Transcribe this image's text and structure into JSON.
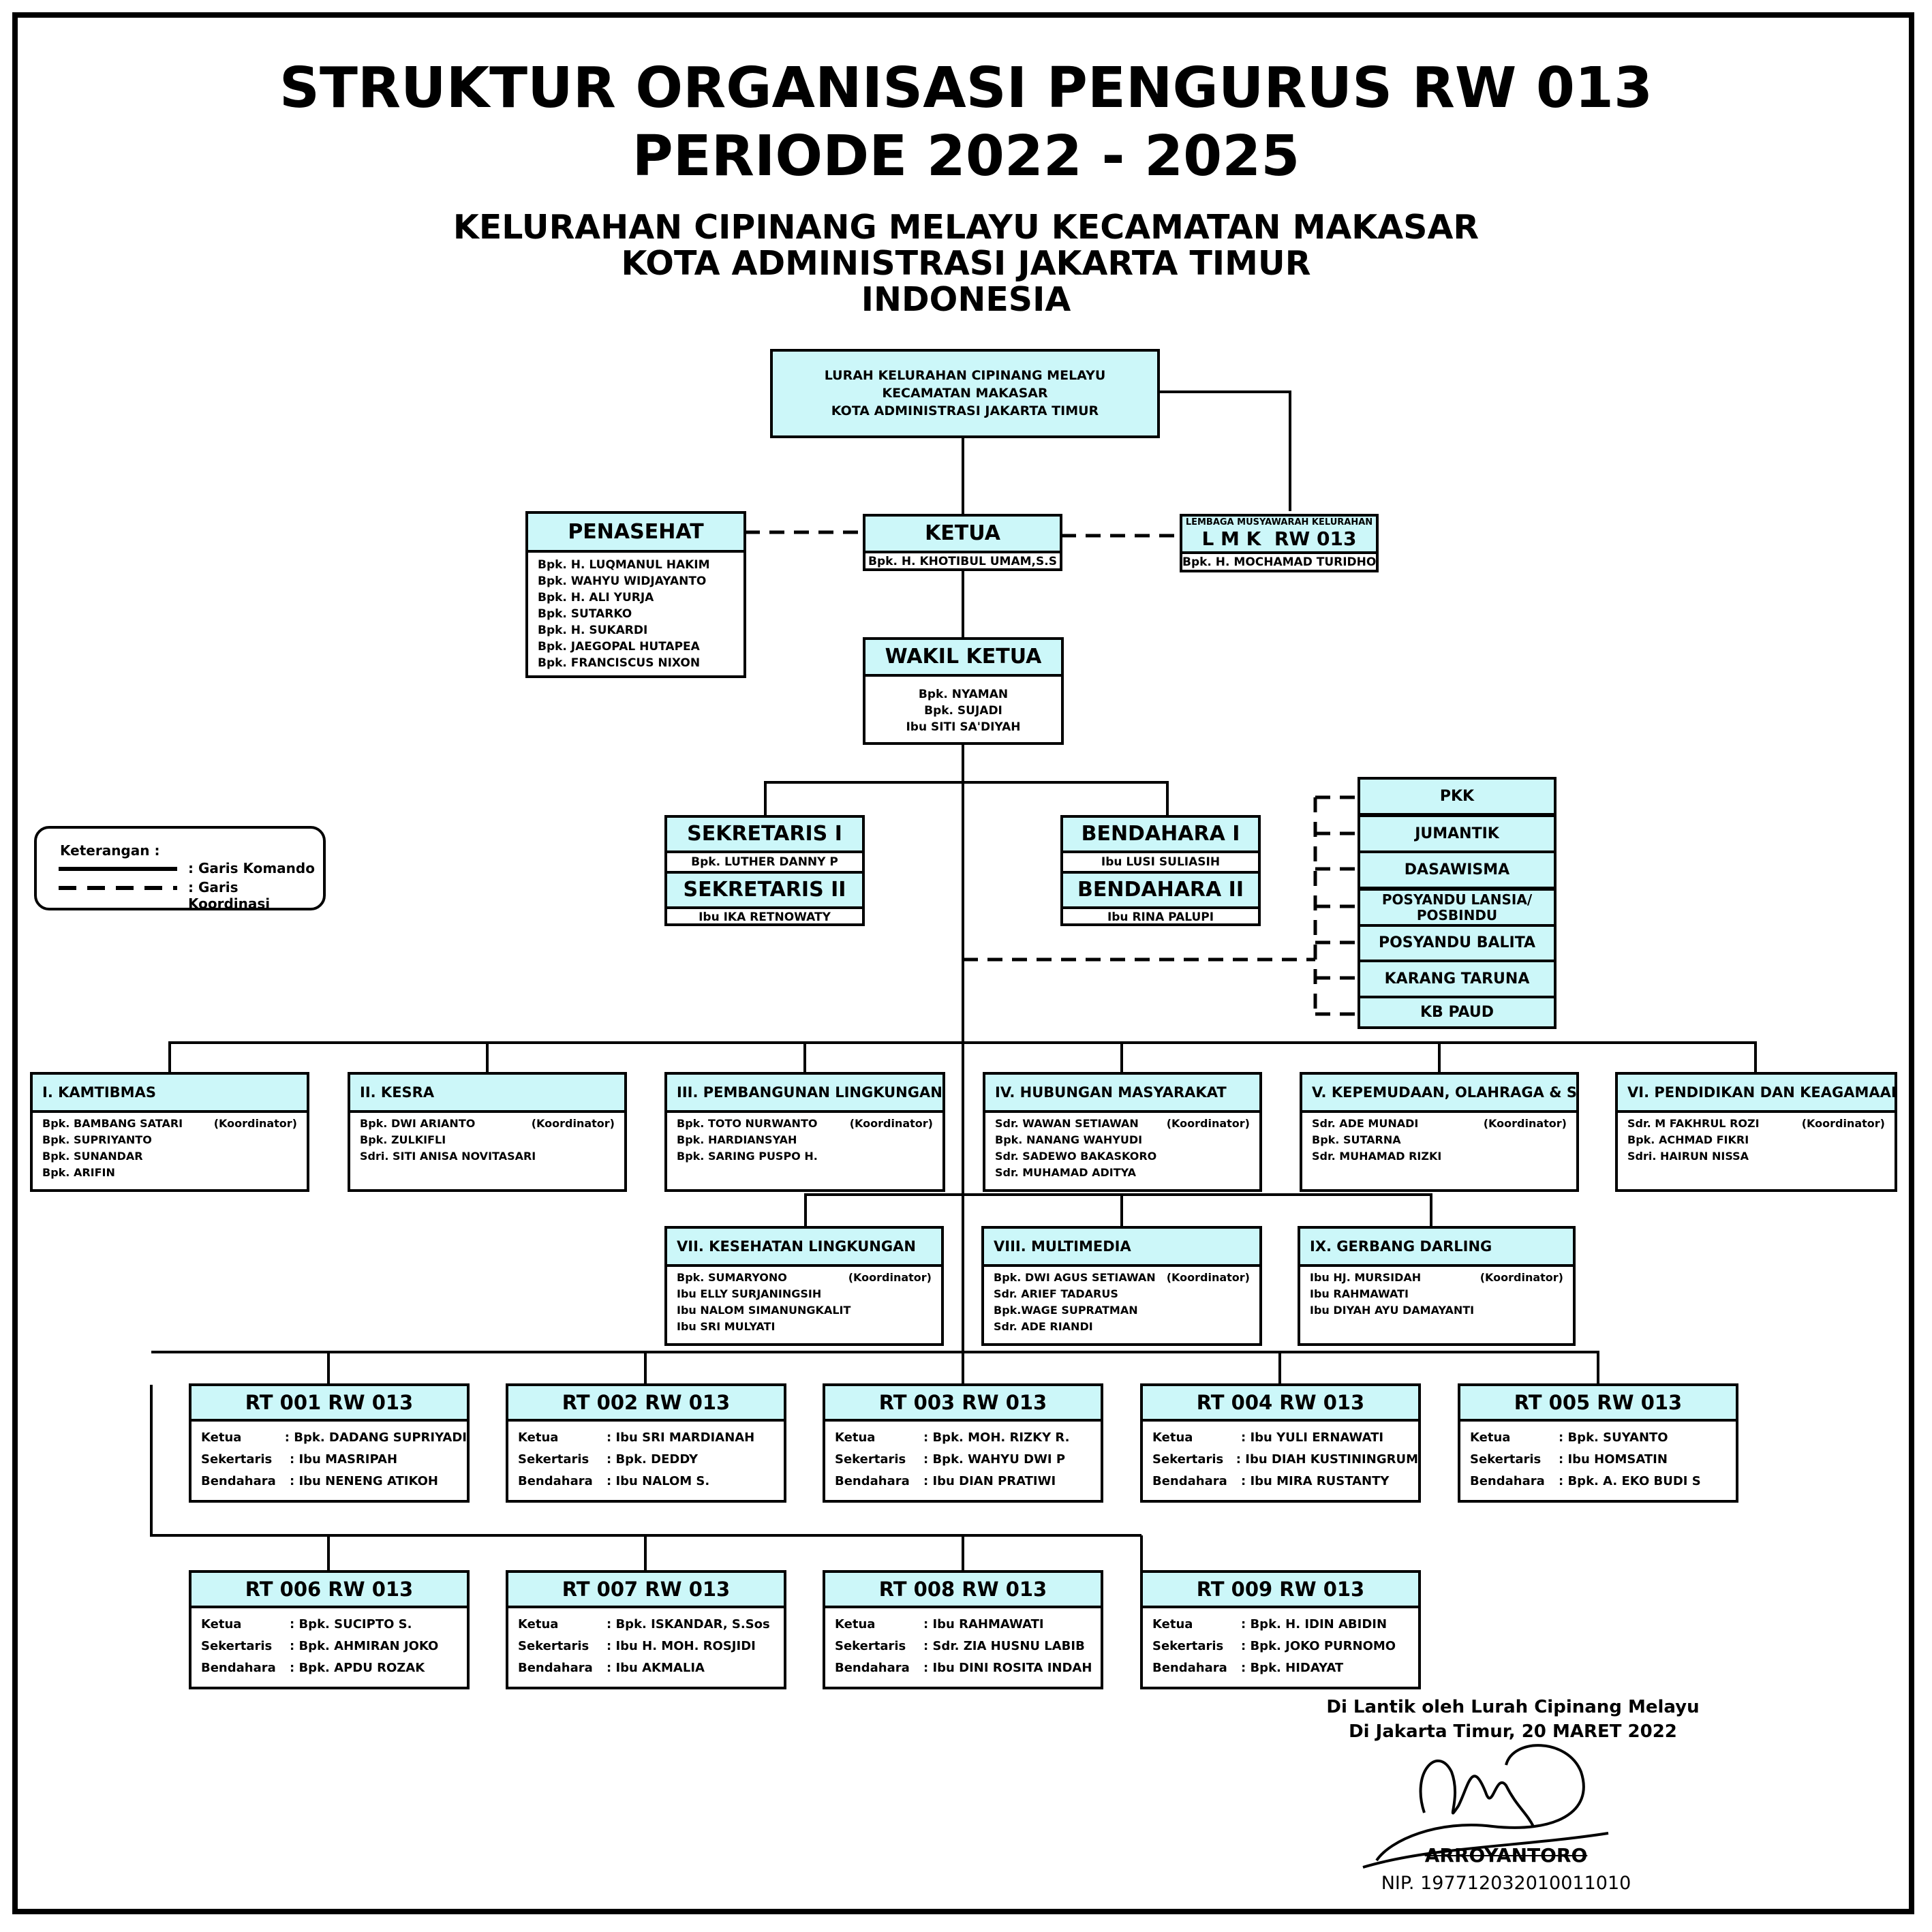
{
  "title": {
    "line1": "STRUKTUR ORGANISASI PENGURUS RW 013",
    "line2": "PERIODE 2022 - 2025",
    "sub1": "KELURAHAN CIPINANG MELAYU KECAMATAN MAKASAR",
    "sub2": "KOTA ADMINISTRASI JAKARTA TIMUR",
    "sub3": "INDONESIA"
  },
  "lurah": {
    "line1": "LURAH KELURAHAN CIPINANG MELAYU",
    "line2": "KECAMATAN MAKASAR",
    "line3": "KOTA ADMINISTRASI JAKARTA TIMUR"
  },
  "penasehat": {
    "title": "PENASEHAT",
    "members": [
      "Bpk. H. LUQMANUL HAKIM",
      "Bpk. WAHYU WIDJAYANTO",
      "Bpk. H. ALI YURJA",
      "Bpk. SUTARKO",
      "Bpk. H. SUKARDI",
      "Bpk. JAEGOPAL HUTAPEA",
      "Bpk. FRANCISCUS NIXON"
    ]
  },
  "ketua": {
    "title": "KETUA",
    "name": "Bpk. H. KHOTIBUL UMAM,S.S"
  },
  "lmk": {
    "caption": "LEMBAGA MUSYAWARAH KELURAHAN",
    "title": "L M K  RW 013",
    "name": "Bpk. H. MOCHAMAD TURIDHO"
  },
  "wakil": {
    "title": "WAKIL KETUA",
    "members": [
      "Bpk. NYAMAN",
      "Bpk. SUJADI",
      "Ibu SITI SA'DIYAH"
    ]
  },
  "sekretaris1": {
    "title": "SEKRETARIS I",
    "name": "Bpk. LUTHER DANNY P"
  },
  "sekretaris2": {
    "title": "SEKRETARIS II",
    "name": "Ibu IKA RETNOWATY"
  },
  "bendahara1": {
    "title": "BENDAHARA I",
    "name": "Ibu LUSI SULIASIH"
  },
  "bendahara2": {
    "title": "BENDAHARA II",
    "name": "Ibu RINA PALUPI"
  },
  "koordinasi": [
    "PKK",
    "JUMANTIK",
    "DASAWISMA",
    "POSYANDU LANSIA/\nPOSBINDU",
    "POSYANDU BALITA",
    "KARANG TARUNA",
    "KB PAUD"
  ],
  "legend": {
    "title": "Keterangan :",
    "komando": ": Garis Komando",
    "koordinasi": ": Garis Koordinasi"
  },
  "seksi": [
    {
      "title": "I. KAMTIBMAS",
      "members": [
        [
          "Bpk. BAMBANG SATARI",
          "(Koordinator)"
        ],
        [
          "Bpk. SUPRIYANTO",
          ""
        ],
        [
          "Bpk. SUNANDAR",
          ""
        ],
        [
          "Bpk. ARIFIN",
          ""
        ]
      ]
    },
    {
      "title": "II. KESRA",
      "members": [
        [
          "Bpk. DWI ARIANTO",
          "(Koordinator)"
        ],
        [
          "Bpk. ZULKIFLI",
          ""
        ],
        [
          "Sdri. SITI ANISA NOVITASARI",
          ""
        ]
      ]
    },
    {
      "title": "III. PEMBANGUNAN LINGKUNGAN",
      "members": [
        [
          "Bpk. TOTO NURWANTO",
          "(Koordinator)"
        ],
        [
          "Bpk. HARDIANSYAH",
          ""
        ],
        [
          "Bpk. SARING PUSPO H.",
          ""
        ]
      ]
    },
    {
      "title": "IV. HUBUNGAN MASYARAKAT",
      "members": [
        [
          "Sdr. WAWAN SETIAWAN",
          "(Koordinator)"
        ],
        [
          "Bpk. NANANG WAHYUDI",
          ""
        ],
        [
          "Sdr. SADEWO BAKASKORO",
          ""
        ],
        [
          "Sdr. MUHAMAD ADITYA",
          ""
        ]
      ]
    },
    {
      "title": "V. KEPEMUDAAN, OLAHRAGA & SENI",
      "members": [
        [
          "Sdr. ADE MUNADI",
          "(Koordinator)"
        ],
        [
          "Bpk. SUTARNA",
          ""
        ],
        [
          "Sdr. MUHAMAD RIZKI",
          ""
        ]
      ]
    },
    {
      "title": "VI. PENDIDIKAN DAN KEAGAMAAN",
      "members": [
        [
          "Sdr. M FAKHRUL ROZI",
          "(Koordinator)"
        ],
        [
          "Bpk. ACHMAD FIKRI",
          ""
        ],
        [
          "Sdri. HAIRUN NISSA",
          ""
        ]
      ]
    },
    {
      "title": "VII. KESEHATAN LINGKUNGAN",
      "members": [
        [
          "Bpk. SUMARYONO",
          "(Koordinator)"
        ],
        [
          "Ibu ELLY SURJANINGSIH",
          ""
        ],
        [
          "Ibu NALOM SIMANUNGKALIT",
          ""
        ],
        [
          "Ibu SRI MULYATI",
          ""
        ]
      ]
    },
    {
      "title": "VIII. MULTIMEDIA",
      "members": [
        [
          "Bpk. DWI AGUS SETIAWAN",
          "(Koordinator)"
        ],
        [
          "Sdr. ARIEF TADARUS",
          ""
        ],
        [
          "Bpk.WAGE SUPRATMAN",
          ""
        ],
        [
          "Sdr. ADE RIANDI",
          ""
        ]
      ]
    },
    {
      "title": "IX. GERBANG DARLING",
      "members": [
        [
          "Ibu  HJ. MURSIDAH",
          "(Koordinator)"
        ],
        [
          "Ibu  RAHMAWATI",
          ""
        ],
        [
          "Ibu  DIYAH AYU DAMAYANTI",
          ""
        ]
      ]
    }
  ],
  "rt_labels": {
    "ketua": "Ketua",
    "sekertaris": "Sekertaris",
    "bendahara": "Bendahara"
  },
  "rt": [
    {
      "title": "RT 001 RW 013",
      "ketua": ": Bpk. DADANG SUPRIYADI",
      "sekertaris": ": Ibu MASRIPAH",
      "bendahara": ": Ibu NENENG ATIKOH"
    },
    {
      "title": "RT 002 RW 013",
      "ketua": ": Ibu SRI MARDIANAH",
      "sekertaris": ": Bpk. DEDDY",
      "bendahara": ": Ibu NALOM S."
    },
    {
      "title": "RT 003 RW 013",
      "ketua": ": Bpk. MOH. RIZKY R.",
      "sekertaris": ": Bpk. WAHYU DWI P",
      "bendahara": ": Ibu DIAN PRATIWI"
    },
    {
      "title": "RT 004 RW 013",
      "ketua": ": Ibu YULI ERNAWATI",
      "sekertaris": ": Ibu DIAH KUSTININGRUM",
      "bendahara": ": Ibu MIRA RUSTANTY"
    },
    {
      "title": "RT 005 RW 013",
      "ketua": ": Bpk. SUYANTO",
      "sekertaris": ": Ibu HOMSATIN",
      "bendahara": ": Bpk. A. EKO BUDI S"
    },
    {
      "title": "RT 006 RW 013",
      "ketua": ": Bpk. SUCIPTO S.",
      "sekertaris": ": Bpk. AHMIRAN JOKO",
      "bendahara": ": Bpk. APDU ROZAK"
    },
    {
      "title": "RT 007 RW 013",
      "ketua": ": Bpk. ISKANDAR, S.Sos",
      "sekertaris": ": Ibu H. MOH. ROSJIDI",
      "bendahara": ": Ibu AKMALIA"
    },
    {
      "title": "RT 008 RW 013",
      "ketua": ": Ibu RAHMAWATI",
      "sekertaris": ": Sdr. ZIA HUSNU LABIB",
      "bendahara": ": Ibu DINI ROSITA INDAH"
    },
    {
      "title": "RT 009 RW 013",
      "ketua": ": Bpk. H. IDIN ABIDIN",
      "sekertaris": ": Bpk. JOKO PURNOMO",
      "bendahara": ": Bpk. HIDAYAT"
    }
  ],
  "signature": {
    "line1": "Di Lantik oleh Lurah Cipinang Melayu",
    "line2": "Di Jakarta Timur, 20 MARET 2022",
    "name": "ARROYANTORO",
    "nip": "NIP. 197712032010011010"
  }
}
